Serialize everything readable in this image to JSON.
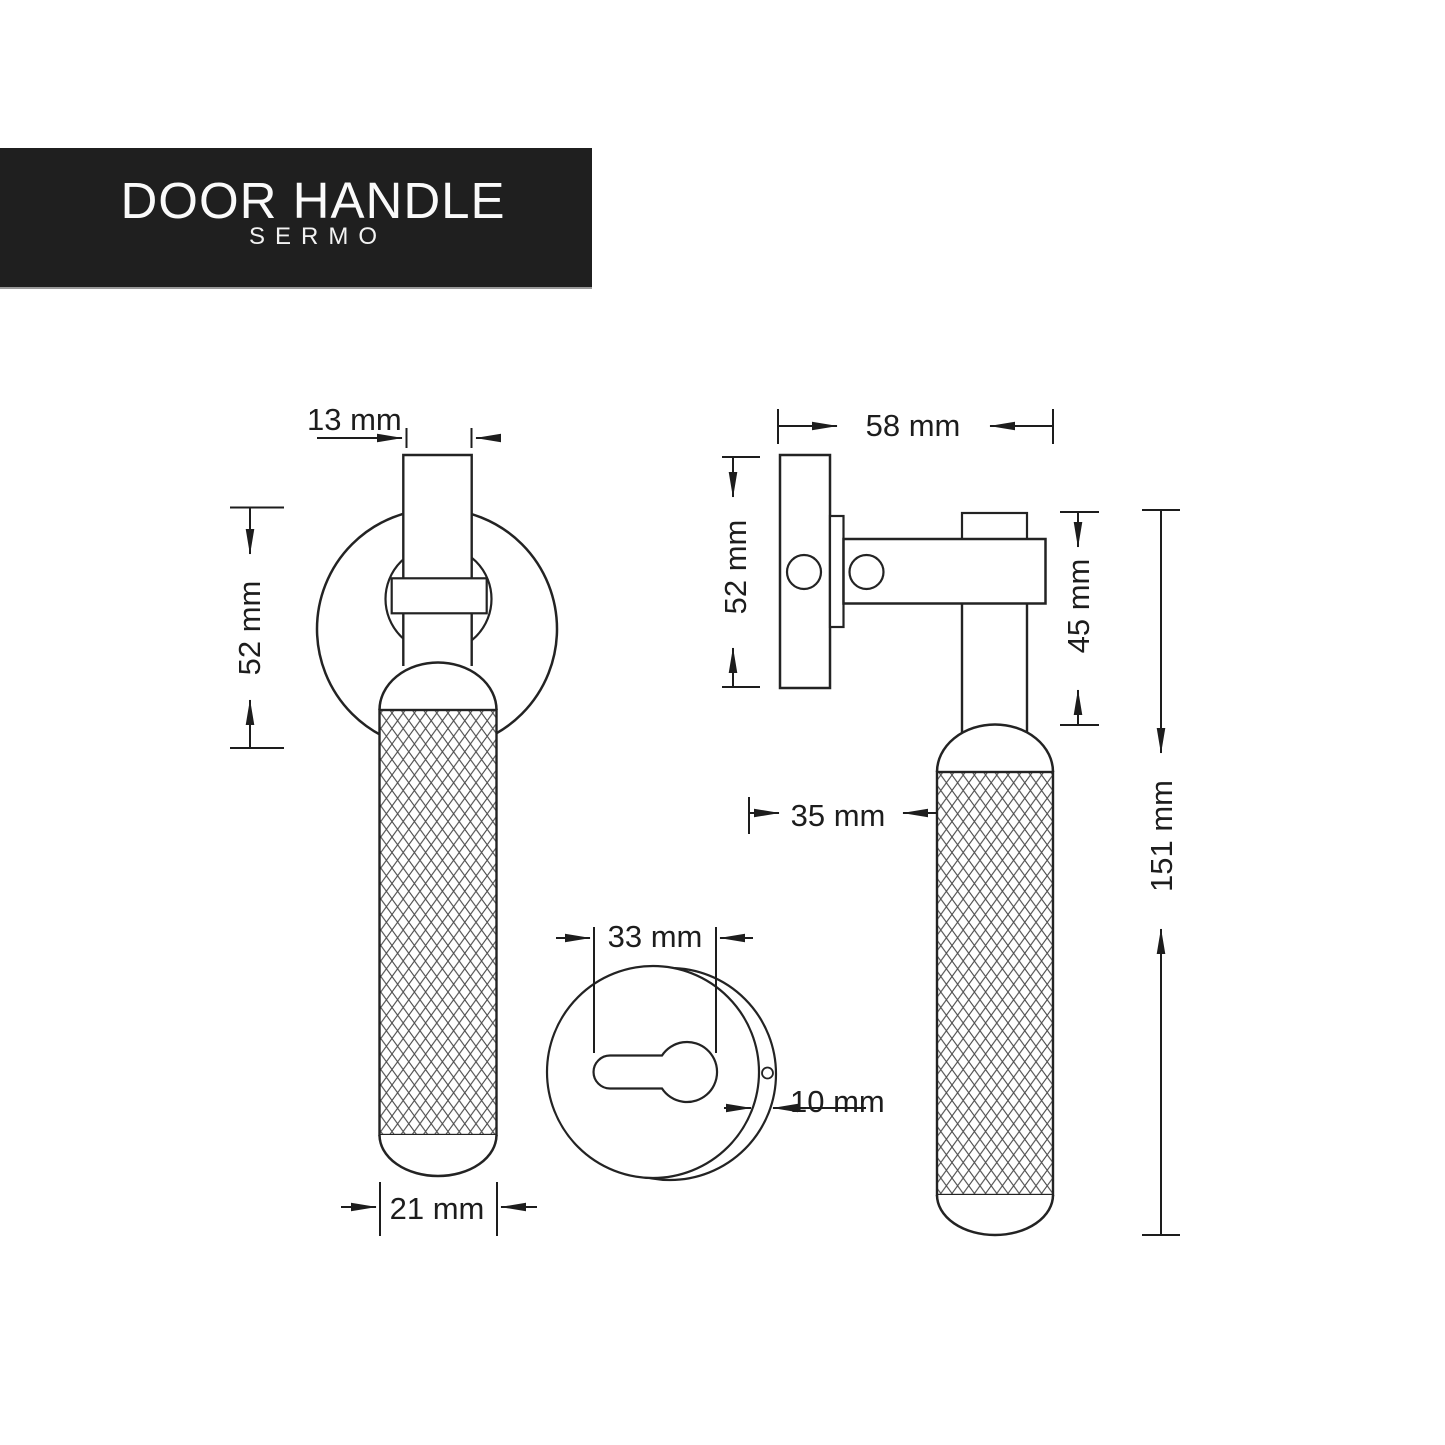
{
  "banner": {
    "title": "DOOR HANDLE",
    "subtitle": "SERMO",
    "bg_color": "#1f1f1f",
    "text_color": "#fafafa"
  },
  "colors": {
    "line": "#232323",
    "dimension": "#1d1d1d",
    "knurl": "#4f4f4f",
    "background": "#ffffff"
  },
  "views": {
    "front": {
      "label": "front-view-of-handle",
      "dims": {
        "stem_width": "13 mm",
        "rose_diameter": "52 mm",
        "grip_width": "21 mm"
      }
    },
    "side": {
      "label": "side-view-of-handle",
      "dims": {
        "rose_width": "58 mm",
        "rose_height": "52 mm",
        "neck_length": "45 mm",
        "projection": "35 mm",
        "overall_length": "151 mm"
      }
    },
    "rose_back": {
      "label": "rose-back-view-with-keyhole",
      "dims": {
        "keyhole_width": "33 mm",
        "rim_thickness": "10 mm"
      }
    }
  }
}
